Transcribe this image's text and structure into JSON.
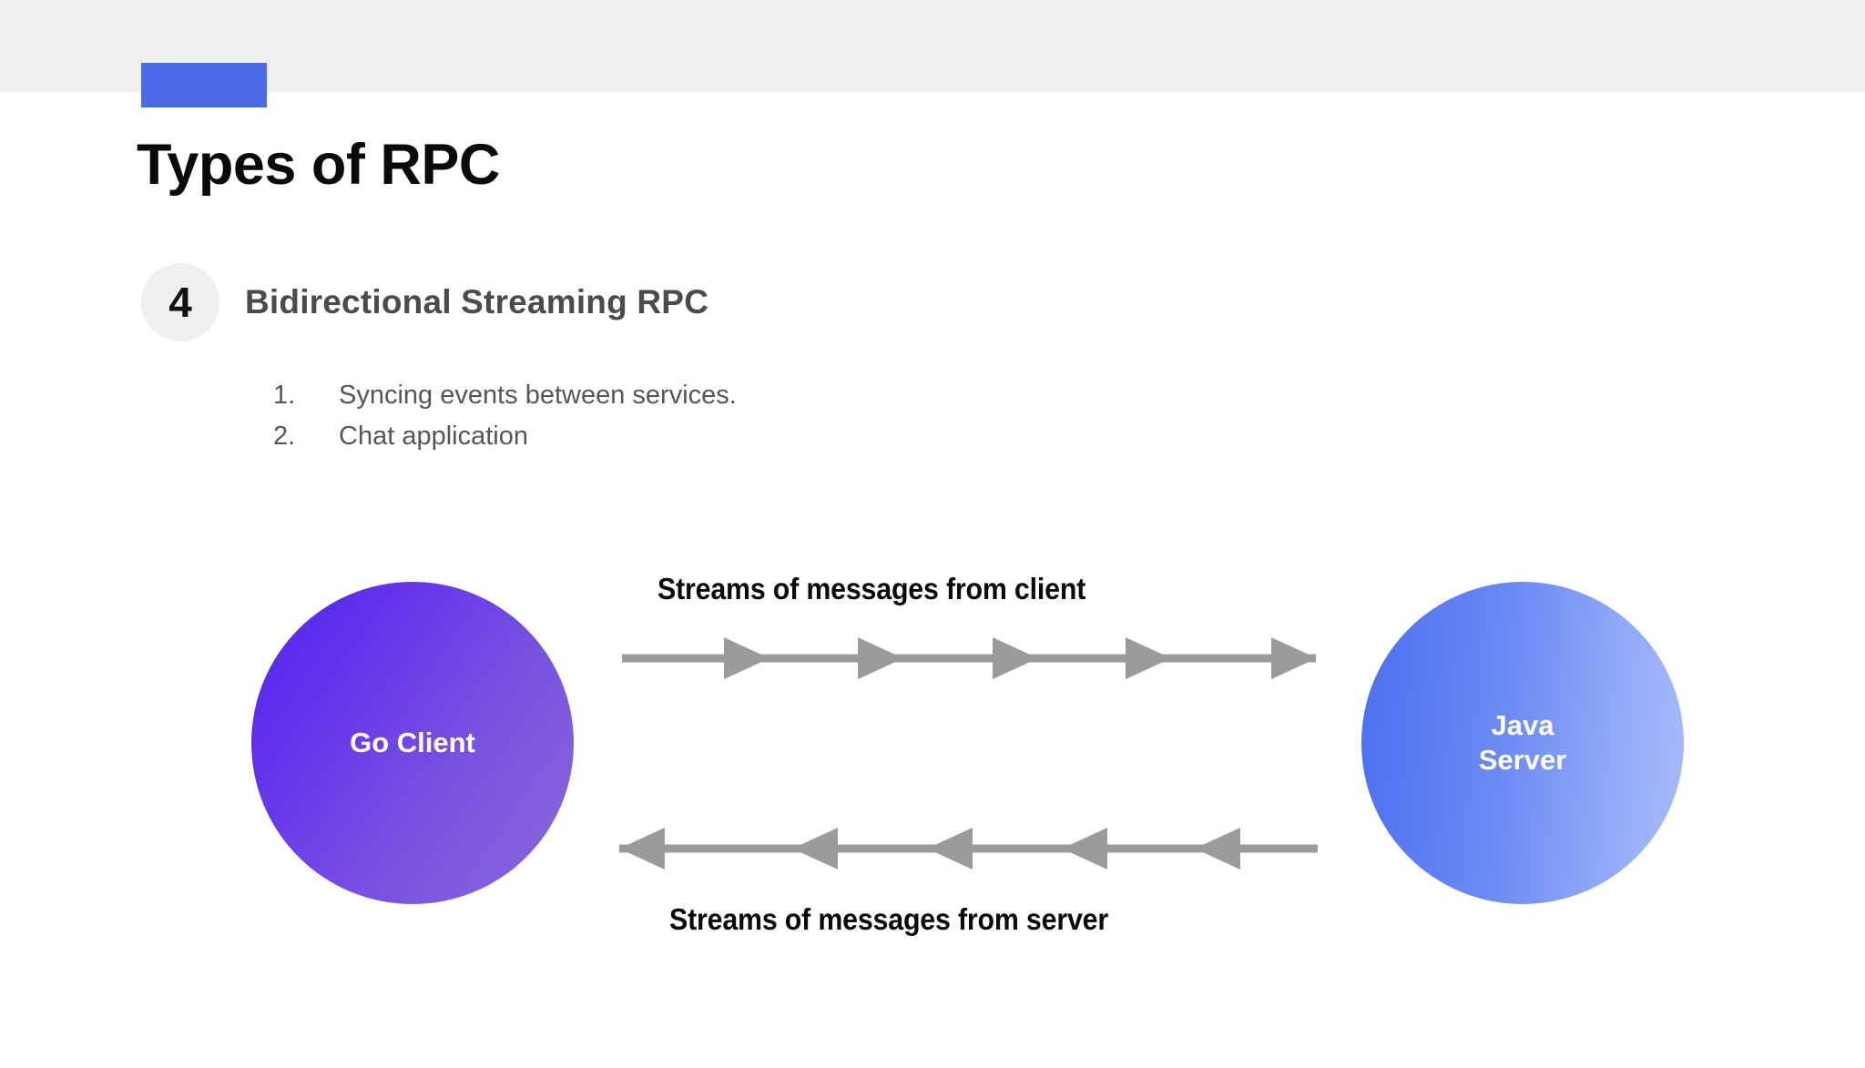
{
  "slide": {
    "title": "Types of RPC",
    "accent_color": "#4a6ae8",
    "header_bar_color": "#efeff0"
  },
  "section": {
    "number": "4",
    "title": "Bidirectional Streaming RPC",
    "badge_bg": "#efefef",
    "title_color": "#4b4b4b"
  },
  "list": {
    "items": [
      {
        "marker": "1.",
        "text": "Syncing events between services."
      },
      {
        "marker": "2.",
        "text": "Chat application"
      }
    ]
  },
  "diagram": {
    "client_node": {
      "label": "Go Client",
      "gradient_from": "#5222f0",
      "gradient_to": "#8a69d8"
    },
    "server_node": {
      "label_line1": "Java",
      "label_line2": "Server",
      "gradient_from": "#4a6ff0",
      "gradient_to": "#a9bcfa"
    },
    "flow_top": {
      "label": "Streams of messages from client",
      "direction": "right",
      "arrowhead_count": 5,
      "color": "#9b9b9b"
    },
    "flow_bottom": {
      "label": "Streams of messages from server",
      "direction": "left",
      "arrowhead_count": 5,
      "color": "#9b9b9b"
    }
  }
}
